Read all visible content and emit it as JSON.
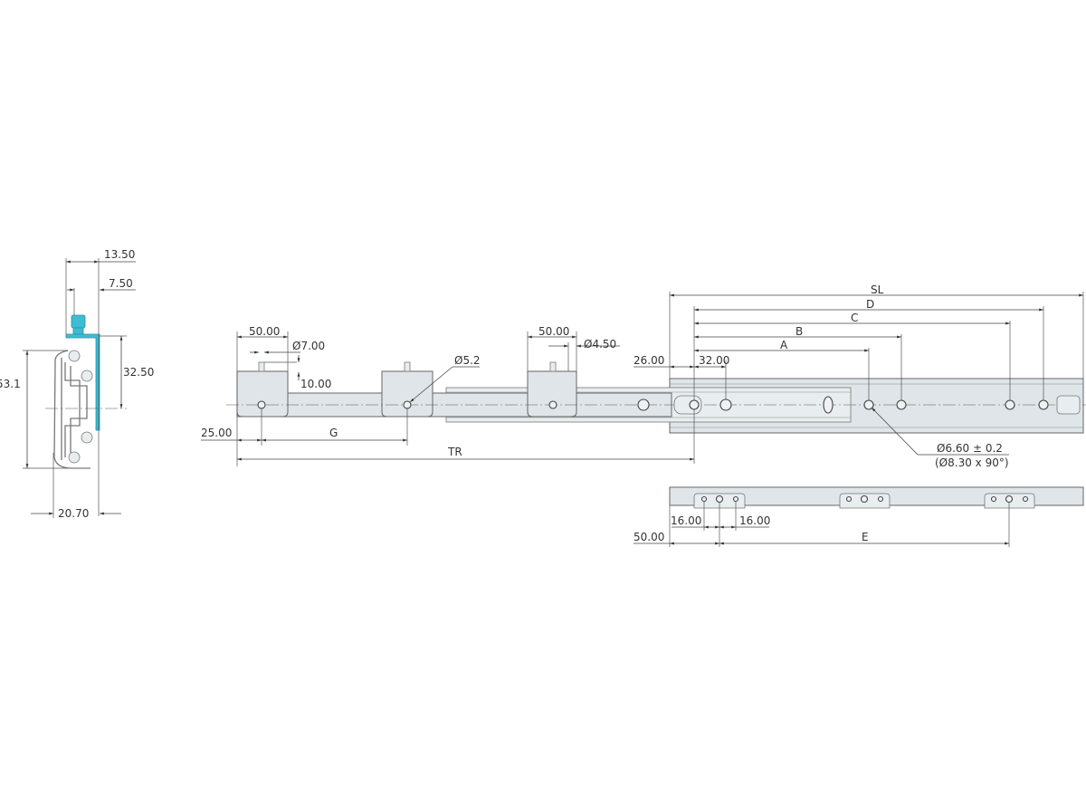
{
  "section_view": {
    "dim_top_width": "13.50",
    "dim_offset": "7.50",
    "dim_height_to_center": "32.50",
    "dim_total_height": "53.1",
    "dim_bottom_width": "20.70"
  },
  "side_view": {
    "bracket1_width": "50.00",
    "bracket1_pin_dia": "Ø7.00",
    "bracket1_pin_height": "10.00",
    "bracket2_hole": "Ø5.2",
    "bracket3_width": "50.00",
    "bracket3_pin_dia": "Ø4.50",
    "left_offset": "25.00",
    "dim_G": "G",
    "dim_TR": "TR",
    "dim_26": "26.00",
    "dim_32": "32.00",
    "dim_SL": "SL",
    "dim_A": "A",
    "dim_B": "B",
    "dim_C": "C",
    "dim_D": "D",
    "hole_spec_1": "Ø6.60 ± 0.2",
    "hole_spec_2": "(Ø8.30 x 90°)"
  },
  "bottom_view": {
    "dim_16_left": "16.00",
    "dim_16_right": "16.00",
    "dim_50": "50.00",
    "dim_E": "E"
  },
  "colors": {
    "part_fill": "#dfe5e8",
    "accent_blue": "#3cbdd4"
  }
}
